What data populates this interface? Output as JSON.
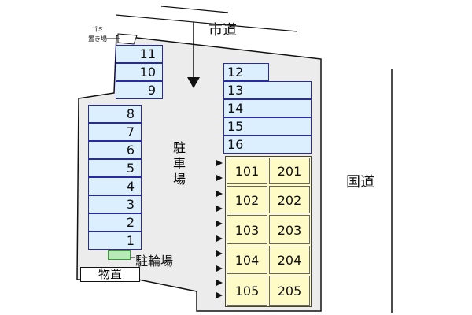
{
  "labels": {
    "city_road": "市道",
    "national_road": "国道",
    "parking_lot": [
      "駐",
      "車",
      "場"
    ],
    "bicycle_parking": "駐輪場",
    "storage": "物置",
    "garbage_1": "ゴミ",
    "garbage_2": "置き場"
  },
  "left_spaces": [
    "8",
    "7",
    "6",
    "5",
    "4",
    "3",
    "2",
    "1"
  ],
  "top_spaces": [
    "11",
    "10",
    "9"
  ],
  "right_spaces": [
    "12",
    "13",
    "14",
    "15",
    "16"
  ],
  "units": [
    [
      "101",
      "201"
    ],
    [
      "102",
      "202"
    ],
    [
      "103",
      "203"
    ],
    [
      "104",
      "204"
    ],
    [
      "105",
      "205"
    ]
  ],
  "colors": {
    "parking_space": "#dcefff",
    "unit": "#fffbc6",
    "bike": "#b8eab8",
    "lot": "#ececec"
  }
}
